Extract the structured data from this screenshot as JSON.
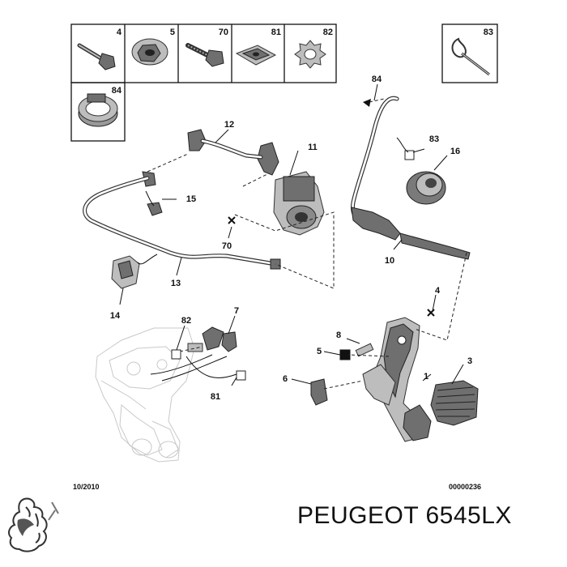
{
  "legend_cells": [
    "4",
    "5",
    "70",
    "81",
    "82",
    "84",
    "83"
  ],
  "callouts": [
    "84",
    "83",
    "16",
    "12",
    "11",
    "15",
    "70",
    "10",
    "13",
    "14",
    "82",
    "7",
    "4",
    "8",
    "5",
    "3",
    "6",
    "1",
    "81"
  ],
  "footer": {
    "date": "10/2010",
    "ref": "00000236"
  },
  "brand_text": "PEUGEOT 6545LX",
  "logo": "peugeot-lion-logo"
}
